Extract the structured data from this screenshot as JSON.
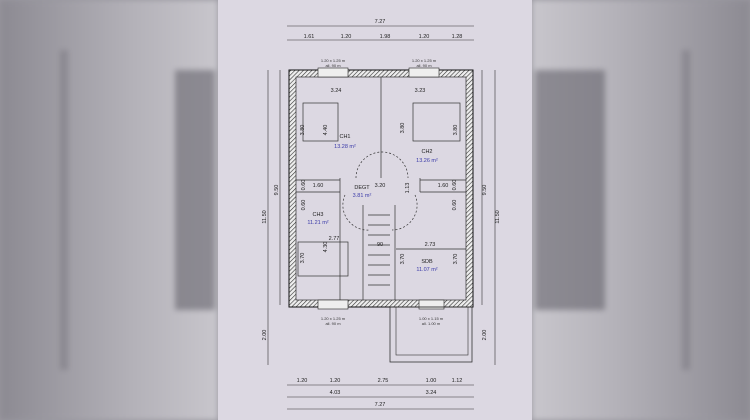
{
  "plan": {
    "top_dims": {
      "total": "7.27",
      "segments": [
        "1.61",
        "1.20",
        "1.98",
        "1.20",
        "1.28"
      ]
    },
    "bottom_dims": {
      "segments": [
        "1.20",
        "1.20",
        "2.75",
        "1.00",
        "1.12"
      ],
      "subtotals": [
        "4.03",
        "3.24"
      ],
      "total": "7.27"
    },
    "left_dims": [
      "11.50",
      "9.50",
      "2.00"
    ],
    "right_dims": [
      "9.50",
      "11.50",
      "2.00"
    ],
    "windows": {
      "top_left": [
        "1.20 x 1.25 m",
        "all. 90 m"
      ],
      "top_right": [
        "1.20 x 1.25 m",
        "all. 90 m"
      ],
      "bottom_left": [
        "1.20 x 1.25 m",
        "all. 90 m"
      ],
      "bottom_right": [
        "1.00 x 1.15 m",
        "all. 1.00 m"
      ]
    },
    "rooms": [
      {
        "name": "CH1",
        "area": "13.28 m²"
      },
      {
        "name": "CH2",
        "area": "13.26 m²"
      },
      {
        "name": "DEGT",
        "area": "3.81 m²"
      },
      {
        "name": "CH3",
        "area": "11.21 m²"
      },
      {
        "name": "SDB",
        "area": "11.07 m²"
      }
    ],
    "inner_dims": {
      "ch1_width": "3.24",
      "ch2_width": "3.23",
      "ch1_depth": "4.40",
      "ch2_depth": "3.80",
      "bed1": "3.80",
      "bed2": "3.80",
      "closet_left": "1.60",
      "closet_right": "1.60",
      "degt_width": "3.20",
      "ch3_width": "2.77",
      "ch3_depth": "4.30",
      "bed3": "3.70",
      "stair": "90",
      "sdb_width": "2.73",
      "sdb_left": "3.70",
      "sdb_right": "3.70",
      "c1": "0.60",
      "c2": "0.60",
      "c3": "0.60",
      "c4": "0.60",
      "hall": "1.13"
    }
  }
}
